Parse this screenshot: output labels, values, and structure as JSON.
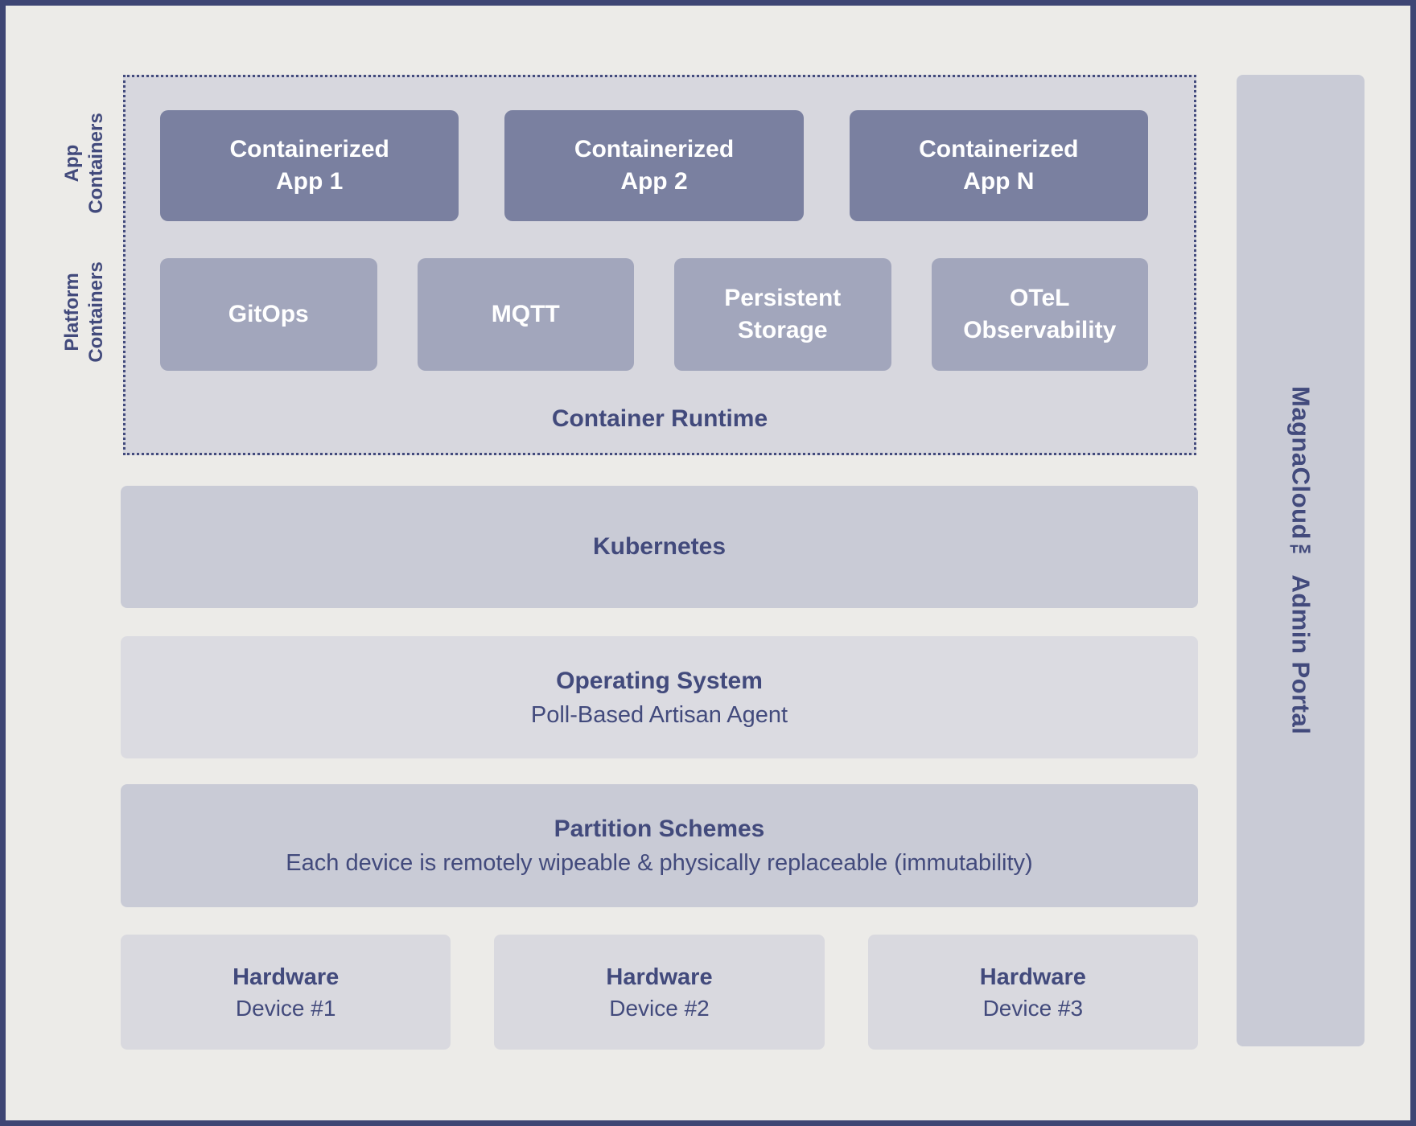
{
  "palette": {
    "background": "#ECEBE8",
    "outer_border": "#3E4674",
    "dotted_region_fill": "#D7D7DE",
    "dotted_region_border": "#424A7C",
    "app_box_fill": "#7A80A0",
    "platform_box_fill": "#A2A6BC",
    "medium_bar_fill": "#C9CBD6",
    "light_bar_fill": "#DBDBE1",
    "hardware_box_fill": "#D9D9DF",
    "navy_text": "#424A7C",
    "white_text": "#FFFFFF"
  },
  "labels": {
    "app_containers": {
      "line1": "App",
      "line2": "Containers"
    },
    "platform_containers": {
      "line1": "Platform",
      "line2": "Containers"
    },
    "container_runtime": "Container Runtime"
  },
  "app_boxes": [
    {
      "lines": [
        "Containerized",
        "App 1"
      ]
    },
    {
      "lines": [
        "Containerized",
        "App 2"
      ]
    },
    {
      "lines": [
        "Containerized",
        "App N"
      ]
    }
  ],
  "platform_boxes": [
    {
      "lines": [
        "GitOps"
      ]
    },
    {
      "lines": [
        "MQTT"
      ]
    },
    {
      "lines": [
        "Persistent",
        "Storage"
      ]
    },
    {
      "lines": [
        "OTeL",
        "Observability"
      ]
    }
  ],
  "layers": {
    "kubernetes": {
      "title": "Kubernetes"
    },
    "operating_system": {
      "title": "Operating System",
      "subtitle": "Poll-Based Artisan Agent"
    },
    "partition_schemes": {
      "title": "Partition Schemes",
      "subtitle": "Each device is remotely wipeable & physically replaceable (immutability)"
    }
  },
  "hardware": [
    {
      "title": "Hardware",
      "subtitle": "Device #1"
    },
    {
      "title": "Hardware",
      "subtitle": "Device #2"
    },
    {
      "title": "Hardware",
      "subtitle": "Device #3"
    }
  ],
  "sidebar": {
    "label": "MagnaCloud™ Admin Portal"
  }
}
